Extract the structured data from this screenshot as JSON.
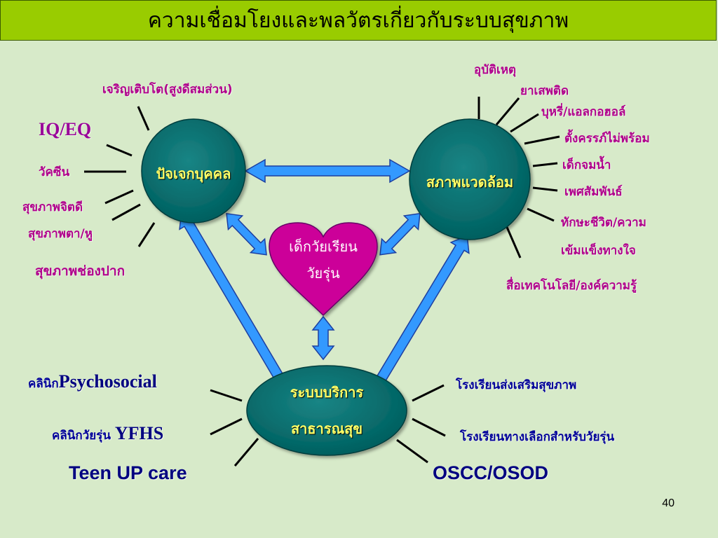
{
  "title": "ความเชื่อมโยงและพลวัตรเกี่ยวกับระบบสุขภาพ",
  "nodes": {
    "individual": "ปัจเจกบุคคล",
    "environment": "สภาพแวดล้อม",
    "center_line1": "เด็กวัยเรียน",
    "center_line2": "วัยรุ่น",
    "service_line1": "ระบบบริการ",
    "service_line2": "สาธารณสุข"
  },
  "individual_factors": {
    "growth": "เจริญเติบโต(สูงดีสมส่วน)",
    "iq": "IQ/EQ",
    "vaccine": "วัคซีน",
    "mental": "สุขภาพจิตดี",
    "eye_ear": "สุขภาพตา/หู",
    "oral": "สุขภาพช่องปาก"
  },
  "environment_factors": {
    "accident": "อุบัติเหตุ",
    "drugs": "ยาเสพติด",
    "tobacco": "บุหรี่/แอลกอฮอล์",
    "pregnancy": "ตั้งครรภ์ไม่พร้อม",
    "drowning": "เด็กจมน้ำ",
    "sexuality": "เพศสัมพันธ์",
    "life_skills": "ทักษะชีวิต/ความ",
    "resilience": "เข้มแข็งทางใจ",
    "media": "สื่อเทคโนโลยี/องค์ความรู้"
  },
  "service_factors": {
    "psychosocial_prefix": "คลินิก",
    "psychosocial_suffix": "Psychosocial",
    "yfhs_prefix": "คลินิกวัยรุ่น ",
    "yfhs_suffix": "YFHS",
    "teen_up": "Teen UP care",
    "health_school": "โรงเรียนส่งเสริมสุขภาพ",
    "alt_school": "โรงเรียนทางเลือกสำหรับวัยรุ่น",
    "oscc": "OSCC/OSOD"
  },
  "page_number": "40",
  "colors": {
    "background": "#d7eac9",
    "title_bar": "#99cc00",
    "node_fill": "#006666",
    "heart_fill": "#cc0099",
    "arrow_fill": "#3399ff"
  }
}
